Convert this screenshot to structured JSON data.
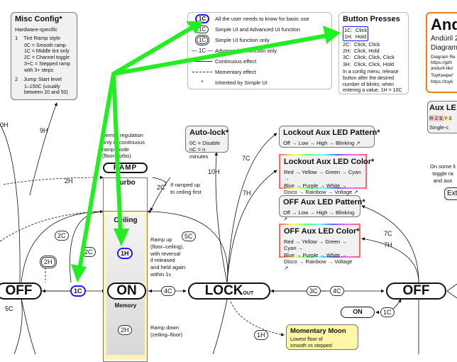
{
  "misc_config": {
    "title": "Misc Config*",
    "subtitle": "Hardware-specific",
    "items": [
      {
        "num": "1",
        "label": "Tint Ramp style",
        "detail": "0C = Smooth ramp\n1C = Middle tint only\n2C = Channel toggle\n3+C = Stepped ramp with 3+ steps"
      },
      {
        "num": "2",
        "label": "Jump Start level",
        "detail": "1–150C (usually between 20 and 50)"
      }
    ]
  },
  "legend": {
    "rows": [
      {
        "sym": "1C",
        "text": "All the user needs to know for basic use"
      },
      {
        "sym": "1C",
        "text": "Simple UI and Advanced UI function"
      },
      {
        "sym": "1C",
        "text": "Simple UI function only"
      },
      {
        "sym": "— 1C —",
        "text": "Advanced UI function only"
      },
      {
        "sym": "",
        "text": "Continuous effect"
      },
      {
        "sym": "",
        "text": "Momentary effect"
      },
      {
        "sym": "*",
        "text": "Inherited by Simple UI"
      }
    ]
  },
  "button_presses": {
    "title": "Button Presses",
    "highlighted": [
      "1C:  Click",
      "1H:  Hold"
    ],
    "rows": [
      "2C:  Click, Click",
      "2H:  Click, Hold",
      "3C:  Click, Click, Click",
      "3H:  Click, Click, Hold"
    ],
    "note": "In a config menu, release button after the desired number of blinks; when entering a value, 1H = 10C"
  },
  "title_box": {
    "title": "Andúril",
    "subtitle1": "Andúril 2",
    "subtitle2": "Diagram",
    "ref1": "Diagram Re",
    "ref2": "https://gith",
    "ref3": "anduril-tikz",
    "ref4": "ToyKeeper'",
    "ref5": "https://toyk"
  },
  "aux_box": {
    "title": "Aux LE",
    "chips": [
      "R-2.9,",
      "Y-3"
    ],
    "text": "Single-c"
  },
  "side_note": {
    "lines": [
      "On some li",
      "toggle ra",
      "and aux"
    ],
    "button": "Ext"
  },
  "autolock": {
    "title": "Auto-lock*",
    "lines": [
      "0C = Disable",
      "nC = n minutes"
    ]
  },
  "lockout_pattern": {
    "title": "Lockout Aux LED Pattern*",
    "text": "Off → Low → High → Blinking ↗"
  },
  "lockout_color": {
    "title": "Lockout Aux LED Color*",
    "text": "Red → Yellow → Green → Cyan →\nBlue → Purple → White →\nDisco → Rainbow → Voltage ↗"
  },
  "off_pattern": {
    "title": "OFF Aux LED Pattern*",
    "text": "Off → Low → High → Blinking ↗"
  },
  "off_color": {
    "title": "OFF Aux LED Color*",
    "text": "Red → Yellow → Green → Cyan →\nBlue → Purple → White →\nDisco → Rainbow → Voltage ↗"
  },
  "thermal_note": "hermal regulation\nonly in continuous\nramp mode\n(floor–turbo)",
  "ramp": {
    "label": "RAMP",
    "turbo": "Turbo",
    "ceiling": "Ceiling",
    "memory": "Memory",
    "ramp_up": "Ramp up\n(floor–ceiling),\nwith reversal\nif released\nand held again\nwithin 1s",
    "ramp_down": "Ramp down\n(ceiling–floor)",
    "if_ramped": "If ramped up\nto ceiling first"
  },
  "states": {
    "off_left": "OFF",
    "on": "ON",
    "lockout": "LOCK",
    "lockout_sub": "OUT",
    "off_right": "OFF",
    "on_small": "ON"
  },
  "momentary_moon": {
    "title": "Momentary Moon",
    "text": "Lowest floor of\nsmooth vs stepped"
  },
  "transitions": {
    "t0h": "0H",
    "t9h": "9H",
    "t2h_a": "2H",
    "t2c_a": "2C",
    "t2h_b": "2H",
    "t2c_b": "2C",
    "t1c": "1C",
    "t5c_l": "5C",
    "t1h": "1H",
    "t2h_down": "2H",
    "t4c": "4C",
    "t2c_turbo": "2C",
    "t5c": "5C",
    "t10h": "10H",
    "t7c": "7C",
    "t7h": "7H",
    "t3c": "3C",
    "t4c_r": "4C",
    "t1c_r": "1C",
    "t1h_moon": "1H",
    "t7c_r": "7C",
    "t7h_r": "7H"
  },
  "colors": {
    "highlight_blue": "#1a1aff",
    "annotation_green": "#22ee22",
    "title_orange": "#f07c1a",
    "ceiling_yellow": "#fff5b0",
    "moon_yellow": "#fff6a8"
  }
}
